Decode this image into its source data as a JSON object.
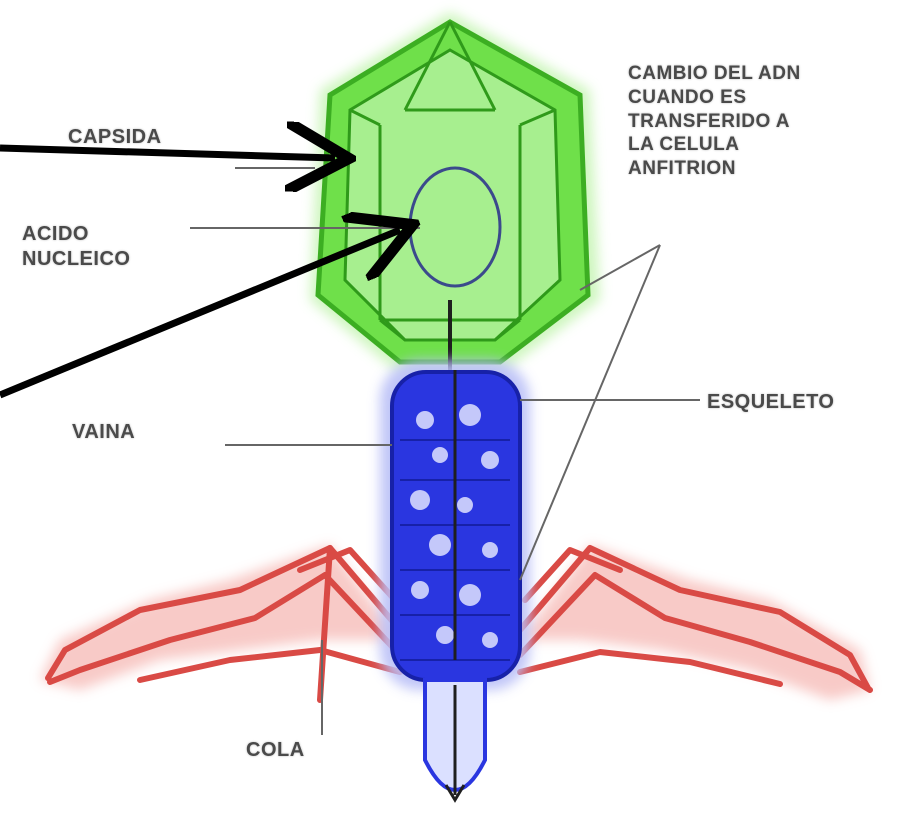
{
  "labels": {
    "capsida": "CAPSIDA",
    "acido": "ACIDO\nNUCLEICO",
    "vaina": "VAINA",
    "cola": "COLA",
    "esqueleto": "ESQUELETO",
    "cambio": "CAMBIO DEL ADN\nCUANDO ES\nTRANSFERIDO A\nLA CELULA\nANFITRION"
  },
  "icons": {
    "capsid": "capsid-icon",
    "sheath": "tail-sheath-icon",
    "fibers": "tail-fiber-icon"
  },
  "colors": {
    "capsid": "#5fe03a",
    "capsid_glow": "#c9f5b8",
    "sheath": "#2230d8",
    "sheath_glow": "#b9bff7",
    "fibers": "#e0504a",
    "fibers_glow": "#f7c9c6",
    "arrow": "#000000",
    "circle": "#3b4a8c",
    "leader": "#666666"
  }
}
